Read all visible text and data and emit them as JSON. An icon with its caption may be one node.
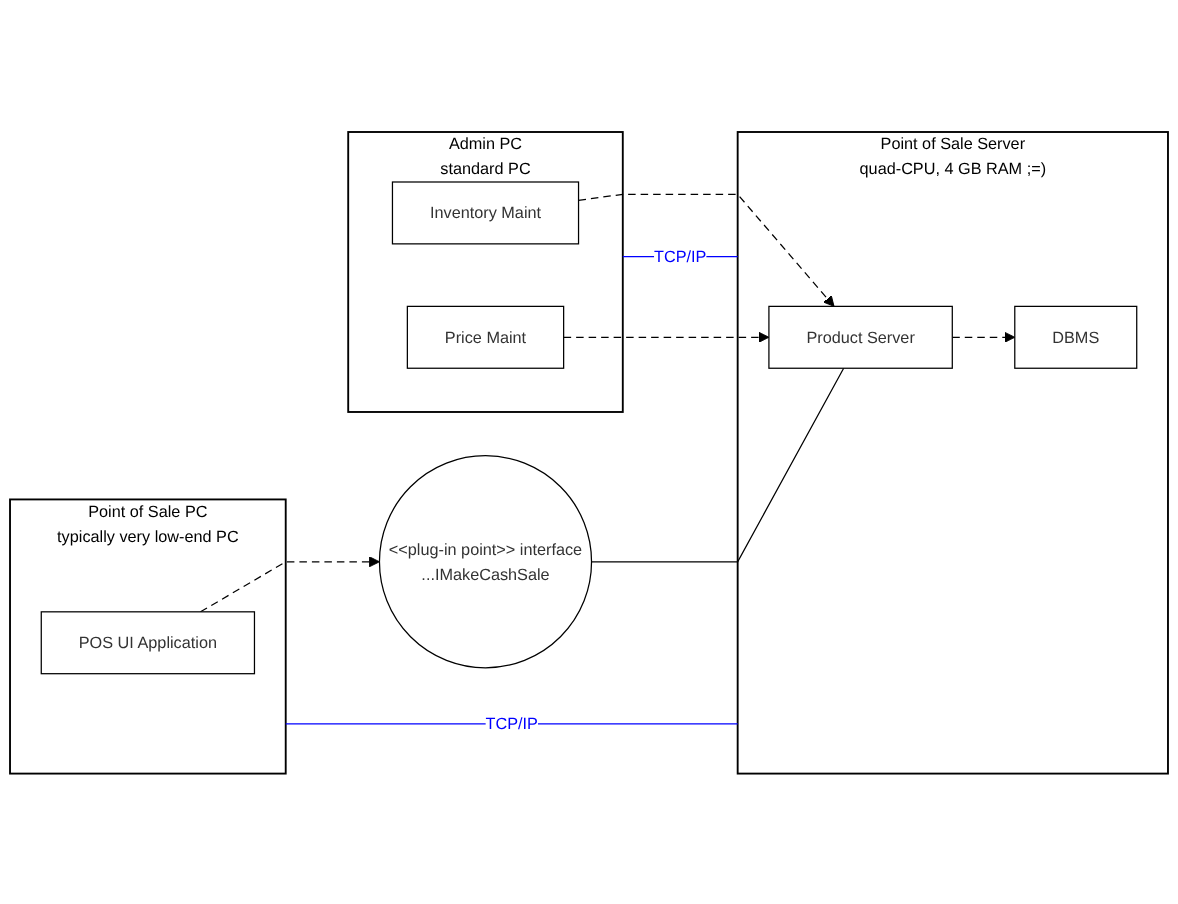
{
  "diagram": {
    "nodes": [
      {
        "text": [
          "Point of Sale PC",
          "typically very low-end PC"
        ]
      },
      {
        "text": [
          "POS UI Application"
        ],
        "in": 0
      },
      {
        "text": [
          "<<plug-in point>> interface",
          "...IMakeCashSale"
        ]
      },
      {
        "text": [
          "Point of Sale Server",
          "quad-CPU, 4 GB RAM ;=)"
        ]
      },
      {
        "text": [
          "Product Server"
        ],
        "in": 3
      },
      {
        "text": [
          "DBMS"
        ],
        "in": 3
      },
      {
        "text": [
          "Admin PC",
          "standard PC"
        ]
      },
      {
        "text": [
          "Inventory Maint"
        ],
        "in": 6
      },
      {
        "text": [
          "Price Maint"
        ],
        "in": 6
      }
    ],
    "edges": [
      {
        "from": 1,
        "to": 2,
        "arrow": "to",
        "style": "dashed"
      },
      {
        "from": 0,
        "to": 3,
        "arrow": "none",
        "label": "TCP/IP",
        "color": "#0000ff"
      },
      {
        "from": 2,
        "to": 4,
        "arrow": "none"
      },
      {
        "from": 6,
        "to": 3,
        "arrow": "none",
        "label": "TCP/IP",
        "color": "#0000ff"
      },
      {
        "from": 7,
        "to": 4,
        "arrow": "to",
        "style": "dashed"
      },
      {
        "from": 8,
        "to": 4,
        "arrow": "to",
        "style": "dashed"
      },
      {
        "from": 4,
        "to": 5,
        "arrow": "to",
        "style": "dashed"
      }
    ]
  }
}
